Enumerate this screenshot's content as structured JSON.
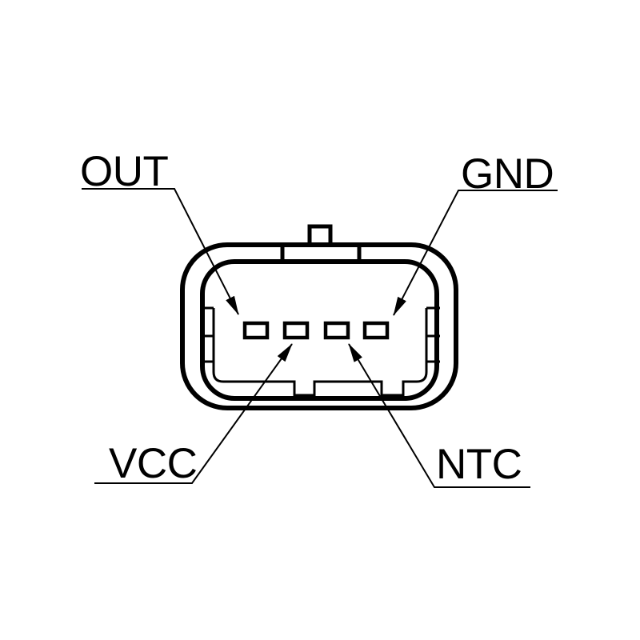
{
  "diagram_type": "connector-pinout-front-view",
  "connector": {
    "pin_count": 4,
    "labels": {
      "out": "OUT",
      "gnd": "GND",
      "vcc": "VCC",
      "ntc": "NTC"
    },
    "pin_assignments": {
      "pin_1_leftmost": "OUT",
      "pin_2": "VCC",
      "pin_3": "NTC",
      "pin_4_rightmost": "GND"
    }
  },
  "colors": {
    "line": "#000000",
    "background": "#ffffff"
  }
}
